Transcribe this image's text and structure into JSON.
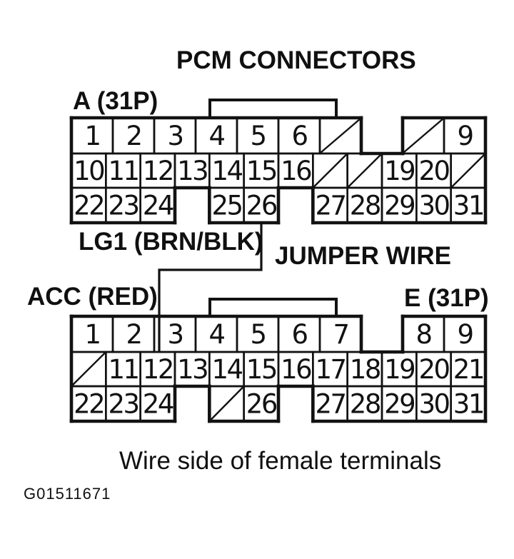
{
  "title": "PCM CONNECTORS",
  "labels": {
    "connector_a": "A (31P)",
    "connector_e": "E (31P)",
    "wire_from": "LG1 (BRN/BLK)",
    "jumper": "JUMPER WIRE",
    "wire_to": "ACC (RED)",
    "caption": "Wire side of female terminals",
    "figure_id": "G01511671"
  },
  "colors": {
    "ink": "#121212",
    "paper": "#ffffff"
  },
  "legend": {
    "/": "crossed-out cavity (no terminal)",
    "": "empty gap (no cavity)"
  },
  "connectors": [
    {
      "id": "a",
      "label": "A (31P)",
      "row1": [
        "1",
        "2",
        "3",
        "4",
        "5",
        "6",
        "/",
        "",
        "/",
        "9"
      ],
      "row2": [
        "10",
        "11",
        "12",
        "13",
        "14",
        "15",
        "16",
        "/",
        "/",
        "19",
        "20",
        "/"
      ],
      "row3": [
        "22",
        "23",
        "24",
        "",
        "25",
        "26",
        "",
        "27",
        "28",
        "29",
        "30",
        "31"
      ]
    },
    {
      "id": "e",
      "label": "E (31P)",
      "row1": [
        "1",
        "2",
        "3",
        "4",
        "5",
        "6",
        "7",
        "",
        "8",
        "9"
      ],
      "row2": [
        "/",
        "11",
        "12",
        "13",
        "14",
        "15",
        "16",
        "17",
        "18",
        "19",
        "20",
        "21"
      ],
      "row3": [
        "22",
        "23",
        "24",
        "",
        "/",
        "26",
        "",
        "27",
        "28",
        "29",
        "30",
        "31"
      ]
    }
  ],
  "jumper_wire": {
    "from": "connector A cavity 26",
    "to": "connector E cavity 3 / 12"
  }
}
